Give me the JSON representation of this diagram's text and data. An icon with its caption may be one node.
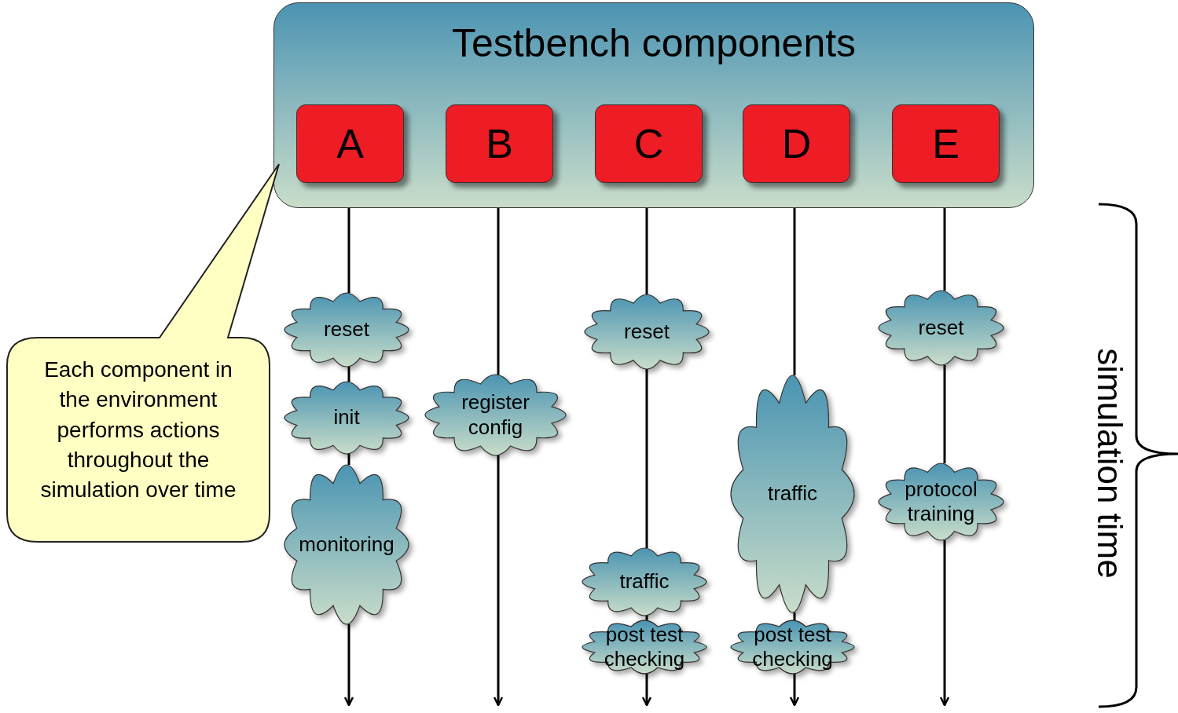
{
  "diagram": {
    "nodes": [
      {
        "text": [
          "Testbench components"
        ]
      },
      {
        "text": [
          "A"
        ],
        "in": 0
      },
      {
        "text": [
          "B"
        ],
        "in": 0
      },
      {
        "text": [
          "C"
        ],
        "in": 0
      },
      {
        "text": [
          "D"
        ],
        "in": 0
      },
      {
        "text": [
          "E"
        ],
        "in": 0
      },
      {
        "text": [
          "reset"
        ]
      },
      {
        "text": [
          "init"
        ]
      },
      {
        "text": [
          "monitoring"
        ]
      },
      {
        "text": [
          "register config"
        ]
      },
      {
        "text": [
          "reset"
        ]
      },
      {
        "text": [
          "traffic"
        ]
      },
      {
        "text": [
          "post test checking"
        ]
      },
      {
        "text": [
          "traffic"
        ]
      },
      {
        "text": [
          "post test checking"
        ]
      },
      {
        "text": [
          "reset"
        ]
      },
      {
        "text": [
          "protocol training"
        ]
      },
      {
        "text": [
          "Each component in the environment performs actions throughout the simulation over time"
        ]
      }
    ],
    "edges": [
      {
        "from": 0,
        "to": 6,
        "arrow": "none"
      },
      {
        "from": 6,
        "to": 7,
        "arrow": "none"
      },
      {
        "from": 7,
        "to": 8,
        "arrow": "none"
      },
      {
        "from": 8,
        "to": null,
        "arrow": "to"
      },
      {
        "from": 0,
        "to": 9,
        "arrow": "none"
      },
      {
        "from": 9,
        "to": null,
        "arrow": "to"
      },
      {
        "from": 0,
        "to": 10,
        "arrow": "none"
      },
      {
        "from": 10,
        "to": 11,
        "arrow": "none"
      },
      {
        "from": 11,
        "to": 12,
        "arrow": "none"
      },
      {
        "from": 12,
        "to": null,
        "arrow": "to"
      },
      {
        "from": 0,
        "to": 13,
        "arrow": "none"
      },
      {
        "from": 13,
        "to": 14,
        "arrow": "none"
      },
      {
        "from": 14,
        "to": null,
        "arrow": "to"
      },
      {
        "from": 0,
        "to": 15,
        "arrow": "none"
      },
      {
        "from": 15,
        "to": 16,
        "arrow": "none"
      },
      {
        "from": 16,
        "to": null,
        "arrow": "to"
      }
    ],
    "labels": [
      "simulation time"
    ]
  }
}
